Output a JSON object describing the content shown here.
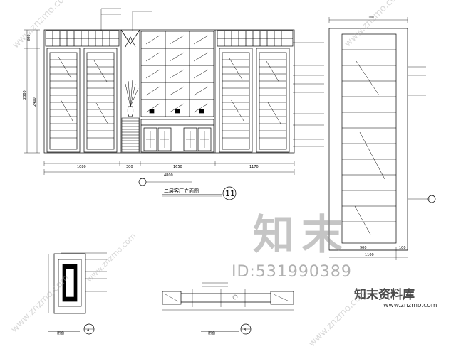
{
  "drawing": {
    "main": {
      "dims_bottom": [
        "1080",
        "300",
        "1650",
        "1170"
      ],
      "dim_total": "4800",
      "dims_left": [
        "300",
        "2400",
        "2880"
      ],
      "title": "二层客厅立面图",
      "number": "11"
    },
    "side": {
      "dim_top": "1100",
      "dims_bottom": [
        "900",
        "100"
      ],
      "dim_bottom_total": "1100"
    },
    "detail_a": {
      "label": "剖面",
      "code": "A"
    },
    "detail_b": {
      "label": "剖面",
      "code": "B"
    }
  },
  "watermark": {
    "big": "知末",
    "id": "ID:531990389",
    "brand": "知末资料库",
    "url": "www.znzmo.com",
    "diag": "www.znzmo.com"
  }
}
